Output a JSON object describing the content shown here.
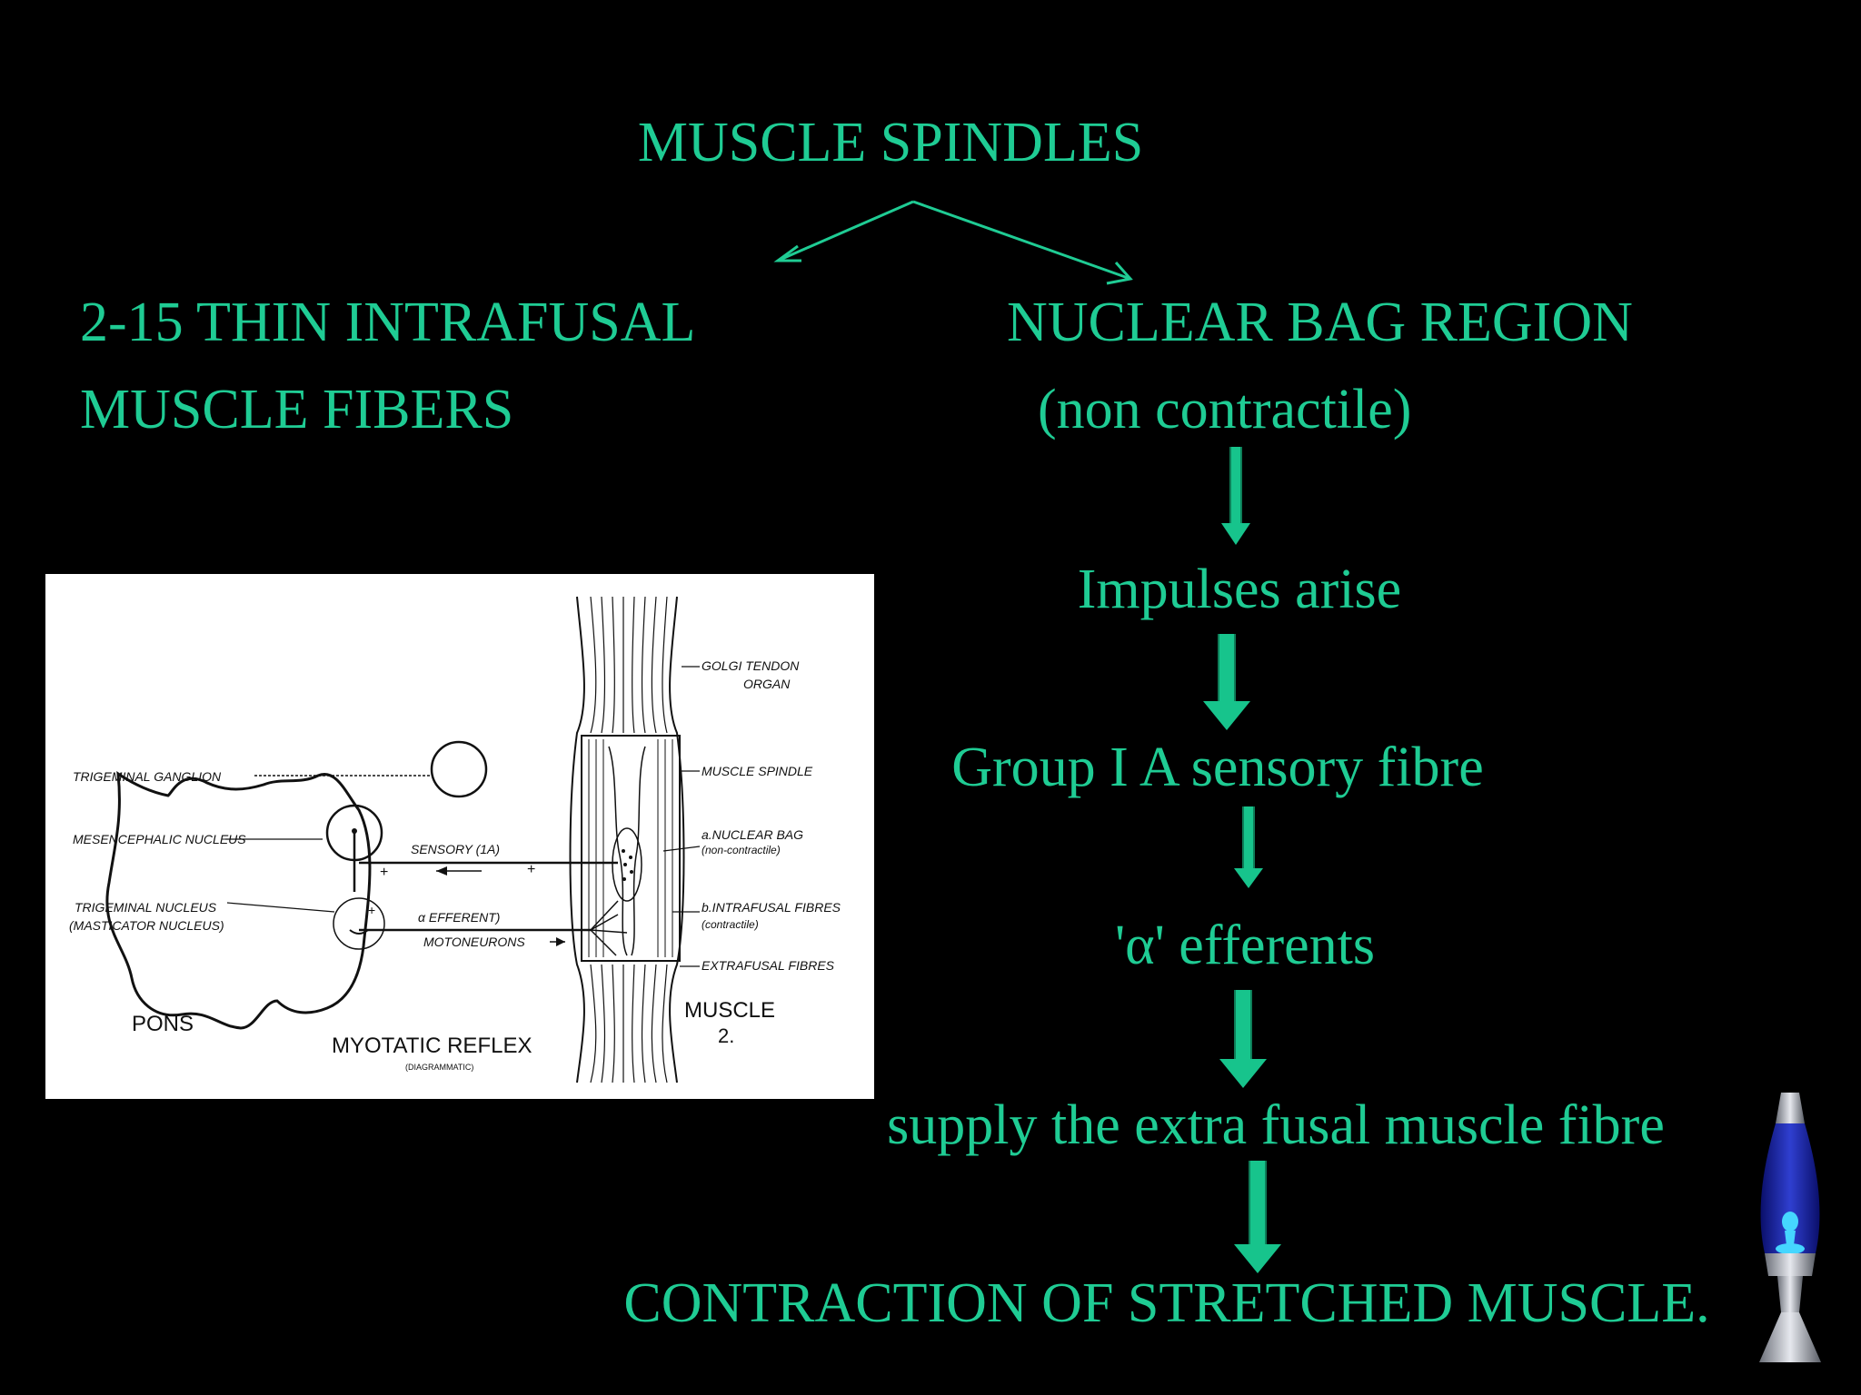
{
  "slide": {
    "title": "MUSCLE SPINDLES",
    "left_branch": {
      "line1": "2-15 THIN INTRAFUSAL",
      "line2": "MUSCLE FIBERS"
    },
    "right_branch": {
      "line1": "NUCLEAR BAG REGION",
      "line2": "(non contractile)"
    },
    "flow": [
      "Impulses arise",
      "Group I A sensory fibre",
      "'α' efferents",
      "supply the extra fusal muscle fibre",
      "CONTRACTION OF STRETCHED   MUSCLE."
    ]
  },
  "figure": {
    "labels": {
      "trigeminal_ganglion": "TRIGEMINAL  GANGLION",
      "mesencephalic_nucleus": "MESENCEPHALIC  NUCLEUS",
      "trigeminal_nucleus": "TRIGEMINAL  NUCLEUS",
      "masticator_nucleus": "(MASTICATOR  NUCLEUS)",
      "pons": "PONS",
      "sensory": "SENSORY  (1A)",
      "efferent": "α EFFERENT)",
      "motoneurons": "MOTONEURONS",
      "myotatic_reflex": "MYOTATIC   REFLEX",
      "diagrammatic": "(DIAGRAMMATIC)",
      "golgi_tendon": "GOLGI  TENDON",
      "organ": "ORGAN",
      "muscle_spindle": "MUSCLE  SPINDLE",
      "nuclear_bag": "a.NUCLEAR BAG",
      "non_contractile": "(non-contractile)",
      "intrafusal_fibres": "b.INTRAFUSAL  FIBRES",
      "contractile": "(contractile)",
      "extrafusal_fibres": "EXTRAFUSAL   FIBRES",
      "muscle": "MUSCLE",
      "muscle_number": "2."
    }
  },
  "colors": {
    "text": "#1fcc94",
    "arrow": "#17c48c",
    "background": "#000000"
  },
  "icons": {
    "lamp": "lava-lamp-icon"
  }
}
